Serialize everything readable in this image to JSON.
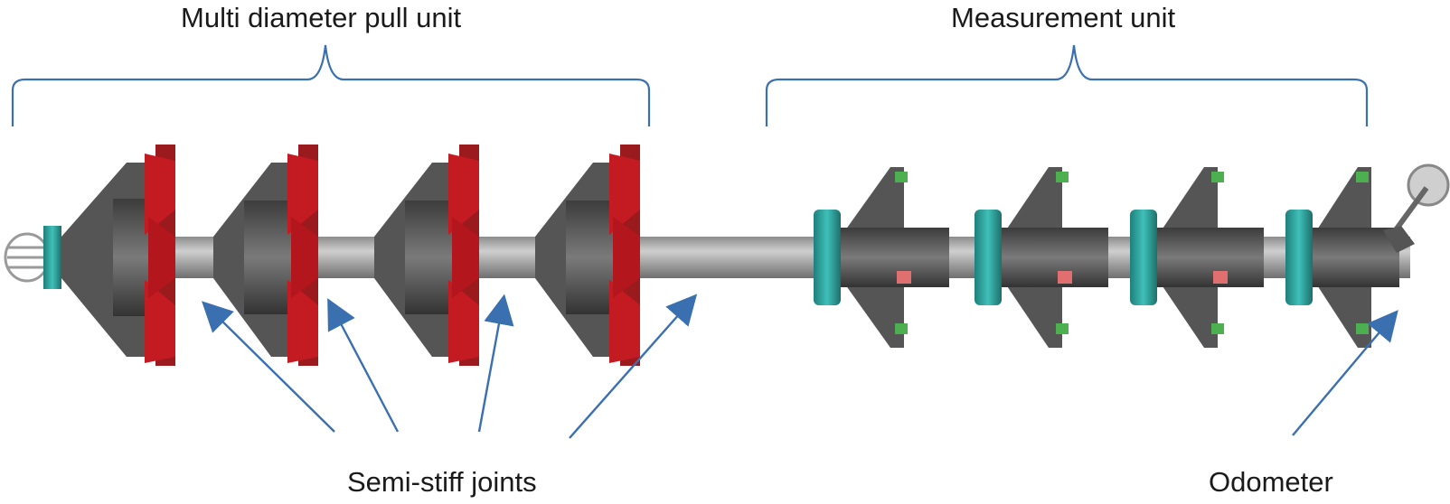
{
  "labels": {
    "pull_unit": "Multi diameter pull unit",
    "measurement_unit": "Measurement unit",
    "joints": "Semi-stiff joints",
    "odometer": "Odometer"
  },
  "colors": {
    "bracket": "#3a6fb0",
    "arrow": "#3a6fb0",
    "shaft": "#a6a6a6",
    "body_dark": "#4b4b4b",
    "body_mid": "#6e6e6e",
    "cup_red": "#b3161c",
    "teal": "#2a9d98",
    "wheel_green": "#4caf50"
  },
  "icons": {
    "pull_module": "pull-module-icon",
    "measurement_module": "measurement-module-icon",
    "odometer_wheel": "odometer-wheel-icon",
    "nose_cage": "nose-cage-icon"
  }
}
